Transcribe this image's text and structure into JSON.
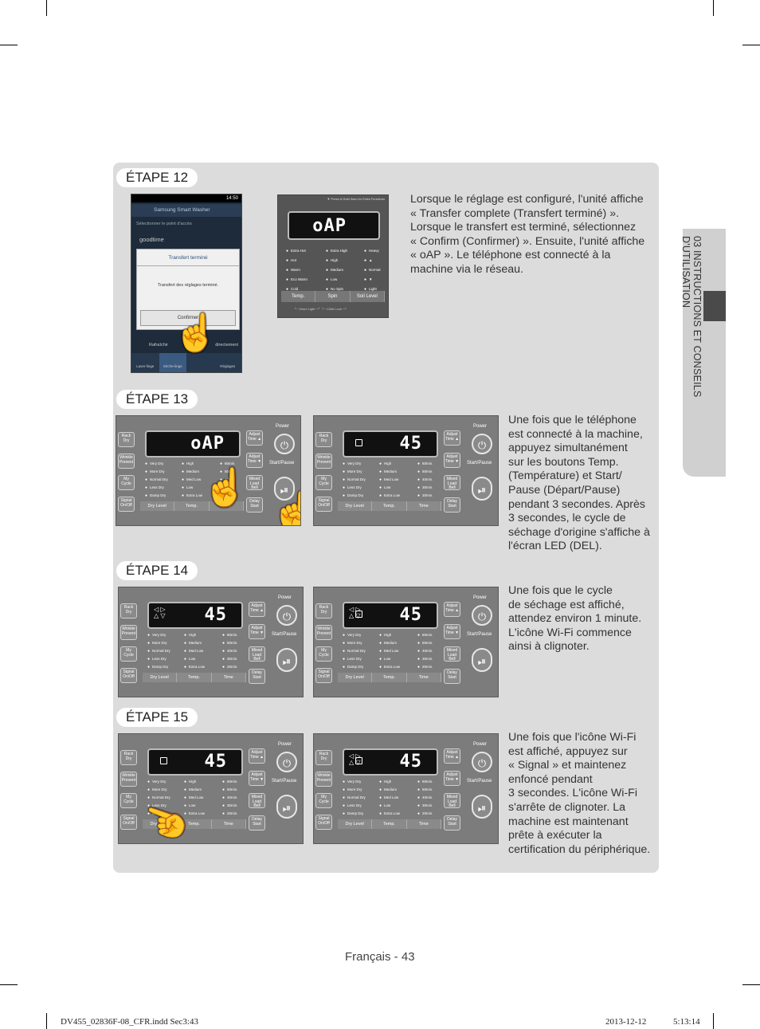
{
  "side_tab": {
    "text": "03 INSTRUCTIONS ET CONSEILS D'UTILISATION"
  },
  "steps": {
    "s12": {
      "label": "ÉTAPE 12",
      "text": "Lorsque le réglage est configuré, l'unité affiche\n« Transfer complete (Transfert terminé) ».\nLorsque le transfert est terminé, sélectionnez\n« Confirm (Confirmer) ». Ensuite, l'unité affiche\n« oAP ». Le téléphone est connecté à la\nmachine via le réseau."
    },
    "s13": {
      "label": "ÉTAPE 13",
      "text": "Une fois que le téléphone\nest connecté à la machine,\nappuyez simultanément\nsur les boutons Temp.\n(Température) et Start/\nPause (Départ/Pause)\npendant 3 secondes. Après\n3 secondes, le cycle de\nséchage d'origine s'affiche à\nl'écran LED (DEL)."
    },
    "s14": {
      "label": "ÉTAPE 14",
      "text": "Une fois que le cycle\nde séchage est affiché,\nattendez environ 1 minute.\nL'icône Wi-Fi commence\nainsi à clignoter."
    },
    "s15": {
      "label": "ÉTAPE 15",
      "text": "Une fois que l'icône Wi-Fi\nest affiché, appuyez sur\n« Signal » et maintenez\nenfoncé pendant\n3 secondes. L'icône Wi-Fi\ns'arrête de clignoter. La\nmachine est maintenant\nprête à exécuter la\ncertification du périphérique."
    }
  },
  "phone": {
    "time": "14:50",
    "app_title": "Samsung Smart Washer",
    "subtitle": "Sélectionner le point d'accès",
    "network": "goodtime",
    "dialog_title": "Transfert terminé",
    "dialog_body": "Transfert des réglages terminé.",
    "confirm": "Confirmer",
    "row_left": "Rafraîchir",
    "row_right": "directement",
    "tabs": [
      "Laver-linge",
      "Sèche-linge",
      "",
      "Réglages"
    ]
  },
  "washer": {
    "display": "oAP",
    "top_note": "▼ Press & Hold 3sec for Extra Functions",
    "temp": [
      "Extra Hot",
      "Hot",
      "Warm",
      "Eco Warm",
      "Cold"
    ],
    "spin": [
      "Extra High",
      "High",
      "Medium",
      "Low",
      "No Spin"
    ],
    "soil": [
      "Heavy",
      "▲",
      "Normal",
      "▼",
      "Light"
    ],
    "buttons": [
      "Temp.",
      "Spin",
      "Soil Level"
    ],
    "footnote": "└─ Drum Light ─┘      └─ Child Lock ─┘"
  },
  "dryer": {
    "left_buttons": [
      "Rack Dry",
      "Wrinkle Prevent",
      "My Cycle",
      "Signal On/Off"
    ],
    "right_buttons": [
      "Adjust Time ▲",
      "Adjust Time ▼",
      "Mixed Load Bell",
      "Delay Start"
    ],
    "dry_levels": [
      "Very Dry",
      "More Dry",
      "Normal Dry",
      "Less Dry",
      "Damp Dry"
    ],
    "temps": [
      "High",
      "Medium",
      "Med Low",
      "Low",
      "Extra Low"
    ],
    "times": [
      "60min.",
      "50min.",
      "40min.",
      "30min.",
      "20min."
    ],
    "bottom": [
      "Dry Level",
      "Temp.",
      "Time"
    ],
    "power": "Power",
    "start_pause": "Start/Pause",
    "power_glyph": "⏻",
    "start_glyph": "⏯",
    "display_oap": "oAP",
    "display_45": "45"
  },
  "footer": {
    "lang": "Français - 43",
    "slug_left": "DV455_02836F-08_CFR.indd   Sec3:43",
    "slug_date": "2013-12-12",
    "slug_time": "5:13:14"
  }
}
